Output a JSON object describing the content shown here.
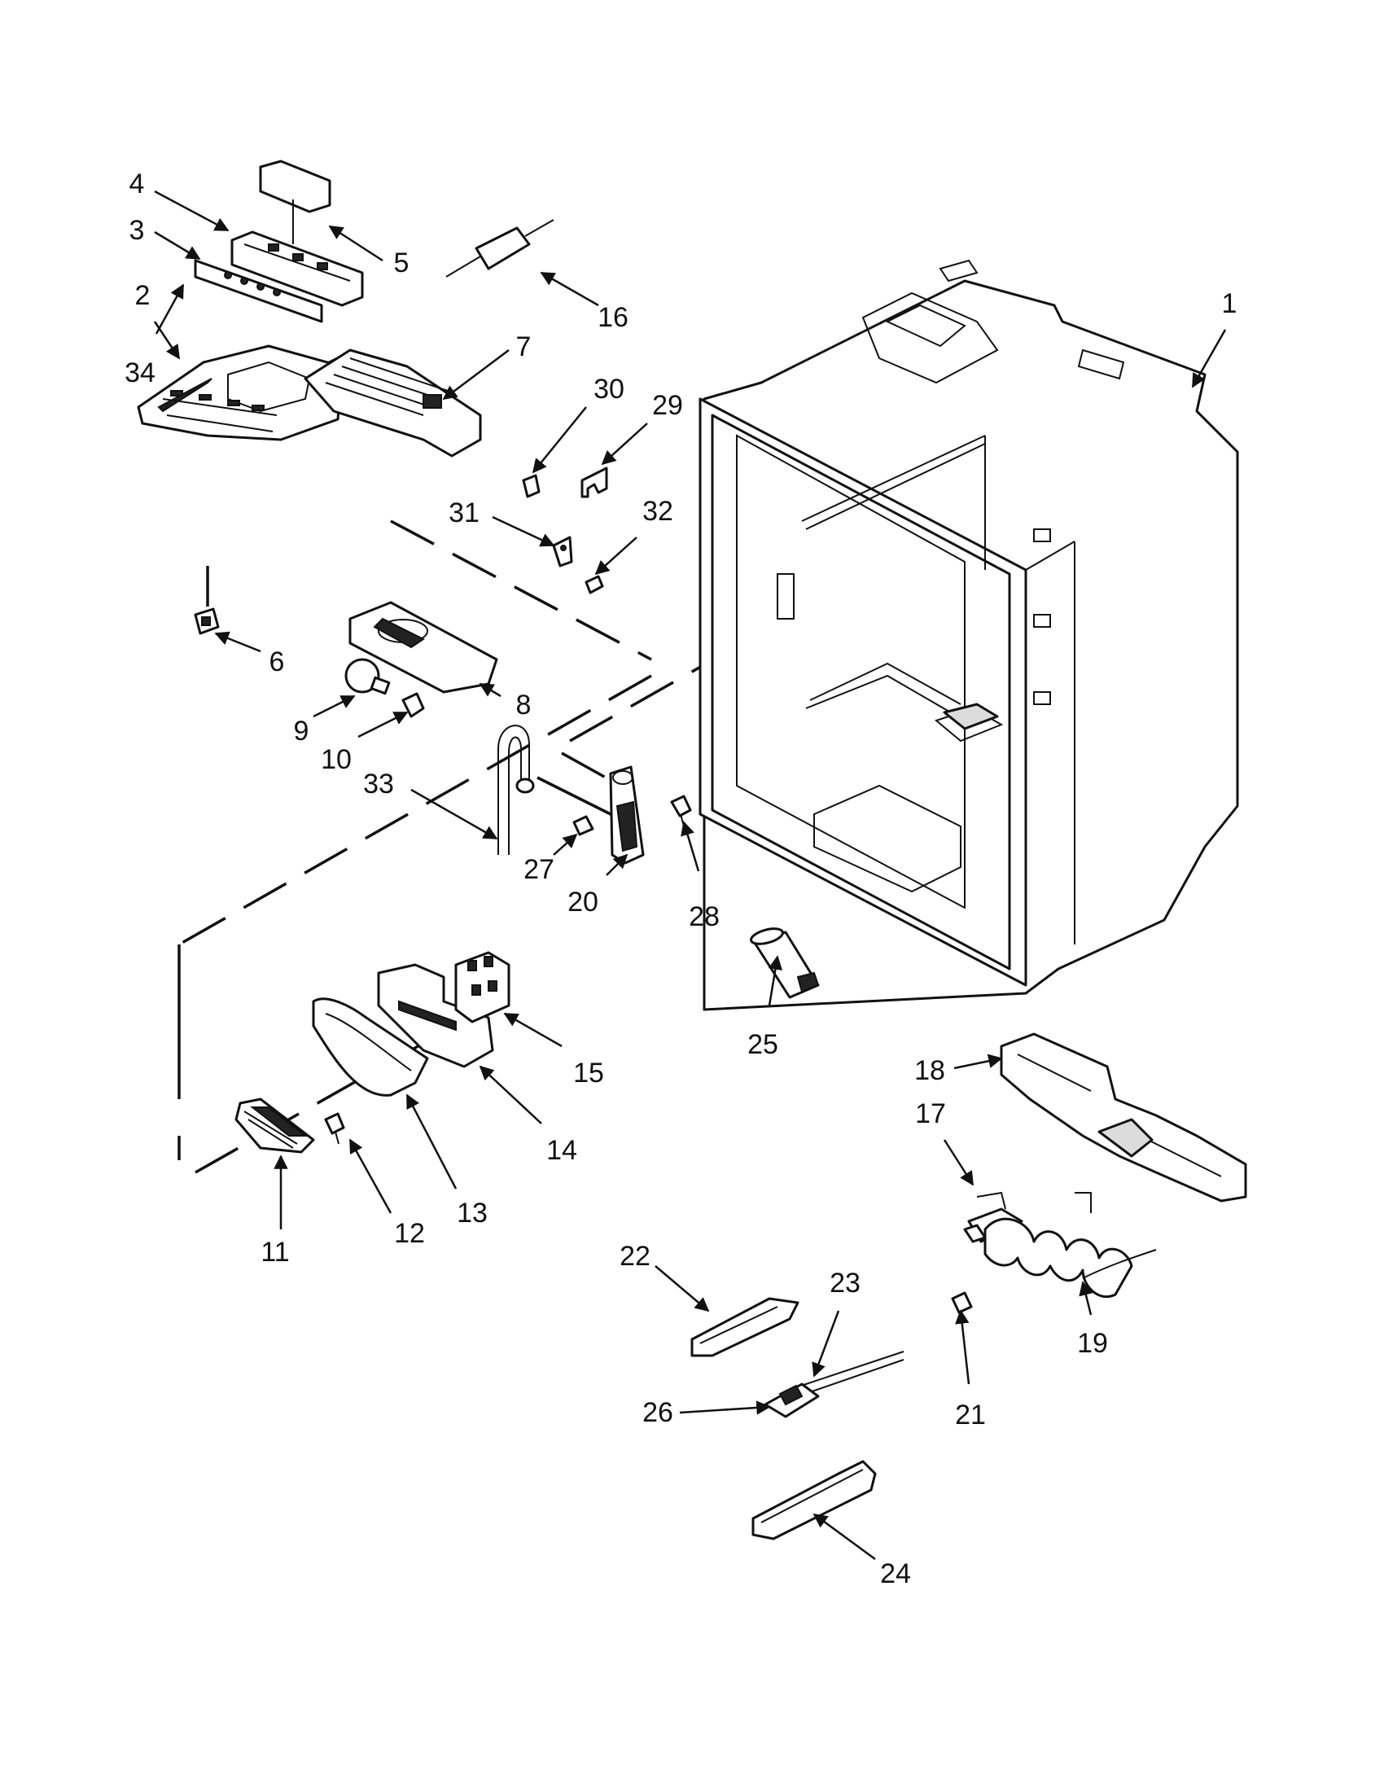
{
  "diagram": {
    "colors": {
      "line": "#111111",
      "background": "#ffffff",
      "shade": "#dcdcdc"
    },
    "callouts": [
      {
        "id": "c1",
        "label": "1"
      },
      {
        "id": "c2",
        "label": "2"
      },
      {
        "id": "c3",
        "label": "3"
      },
      {
        "id": "c4",
        "label": "4"
      },
      {
        "id": "c5",
        "label": "5"
      },
      {
        "id": "c6",
        "label": "6"
      },
      {
        "id": "c7",
        "label": "7"
      },
      {
        "id": "c8",
        "label": "8"
      },
      {
        "id": "c9",
        "label": "9"
      },
      {
        "id": "c10",
        "label": "10"
      },
      {
        "id": "c11",
        "label": "11"
      },
      {
        "id": "c12",
        "label": "12"
      },
      {
        "id": "c13",
        "label": "13"
      },
      {
        "id": "c14",
        "label": "14"
      },
      {
        "id": "c15",
        "label": "15"
      },
      {
        "id": "c16",
        "label": "16"
      },
      {
        "id": "c17",
        "label": "17"
      },
      {
        "id": "c18",
        "label": "18"
      },
      {
        "id": "c19",
        "label": "19"
      },
      {
        "id": "c20",
        "label": "20"
      },
      {
        "id": "c21",
        "label": "21"
      },
      {
        "id": "c22",
        "label": "22"
      },
      {
        "id": "c23",
        "label": "23"
      },
      {
        "id": "c24",
        "label": "24"
      },
      {
        "id": "c25",
        "label": "25"
      },
      {
        "id": "c26",
        "label": "26"
      },
      {
        "id": "c27",
        "label": "27"
      },
      {
        "id": "c28",
        "label": "28"
      },
      {
        "id": "c29",
        "label": "29"
      },
      {
        "id": "c30",
        "label": "30"
      },
      {
        "id": "c31",
        "label": "31"
      },
      {
        "id": "c32",
        "label": "32"
      },
      {
        "id": "c33",
        "label": "33"
      },
      {
        "id": "c34",
        "label": "34"
      }
    ]
  }
}
